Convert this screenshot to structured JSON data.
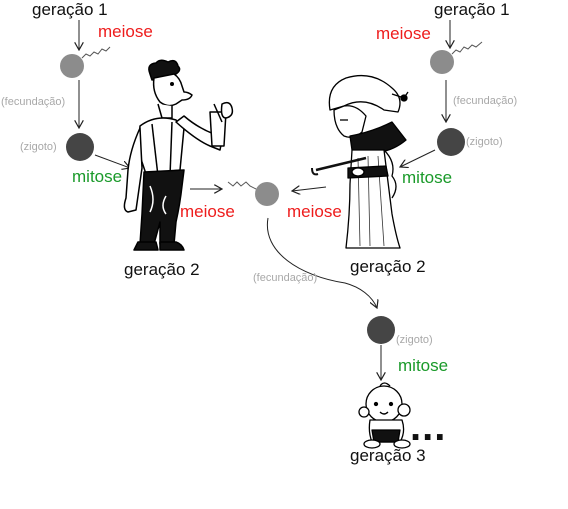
{
  "colors": {
    "meiose": "#ee1c1c",
    "mitose": "#1a9a2a",
    "annotation": "#a8a8a8",
    "gamete": "#8c8c8c",
    "zygote": "#454545",
    "arrow": "#222222"
  },
  "labels": {
    "generation_1_left": "geração 1",
    "generation_1_right": "geração 1",
    "generation_2_left": "geração 2",
    "generation_2_right": "geração 2",
    "generation_3": "geração 3",
    "meiose": "meiose",
    "mitose": "mitose",
    "fecundacao": "(fecundação)",
    "zigoto": "(zigoto)",
    "continuation": "..."
  },
  "illustrations": {
    "man": "man-drinking-figure",
    "woman": "woman-with-umbrella-figure",
    "baby": "baby-figure"
  }
}
